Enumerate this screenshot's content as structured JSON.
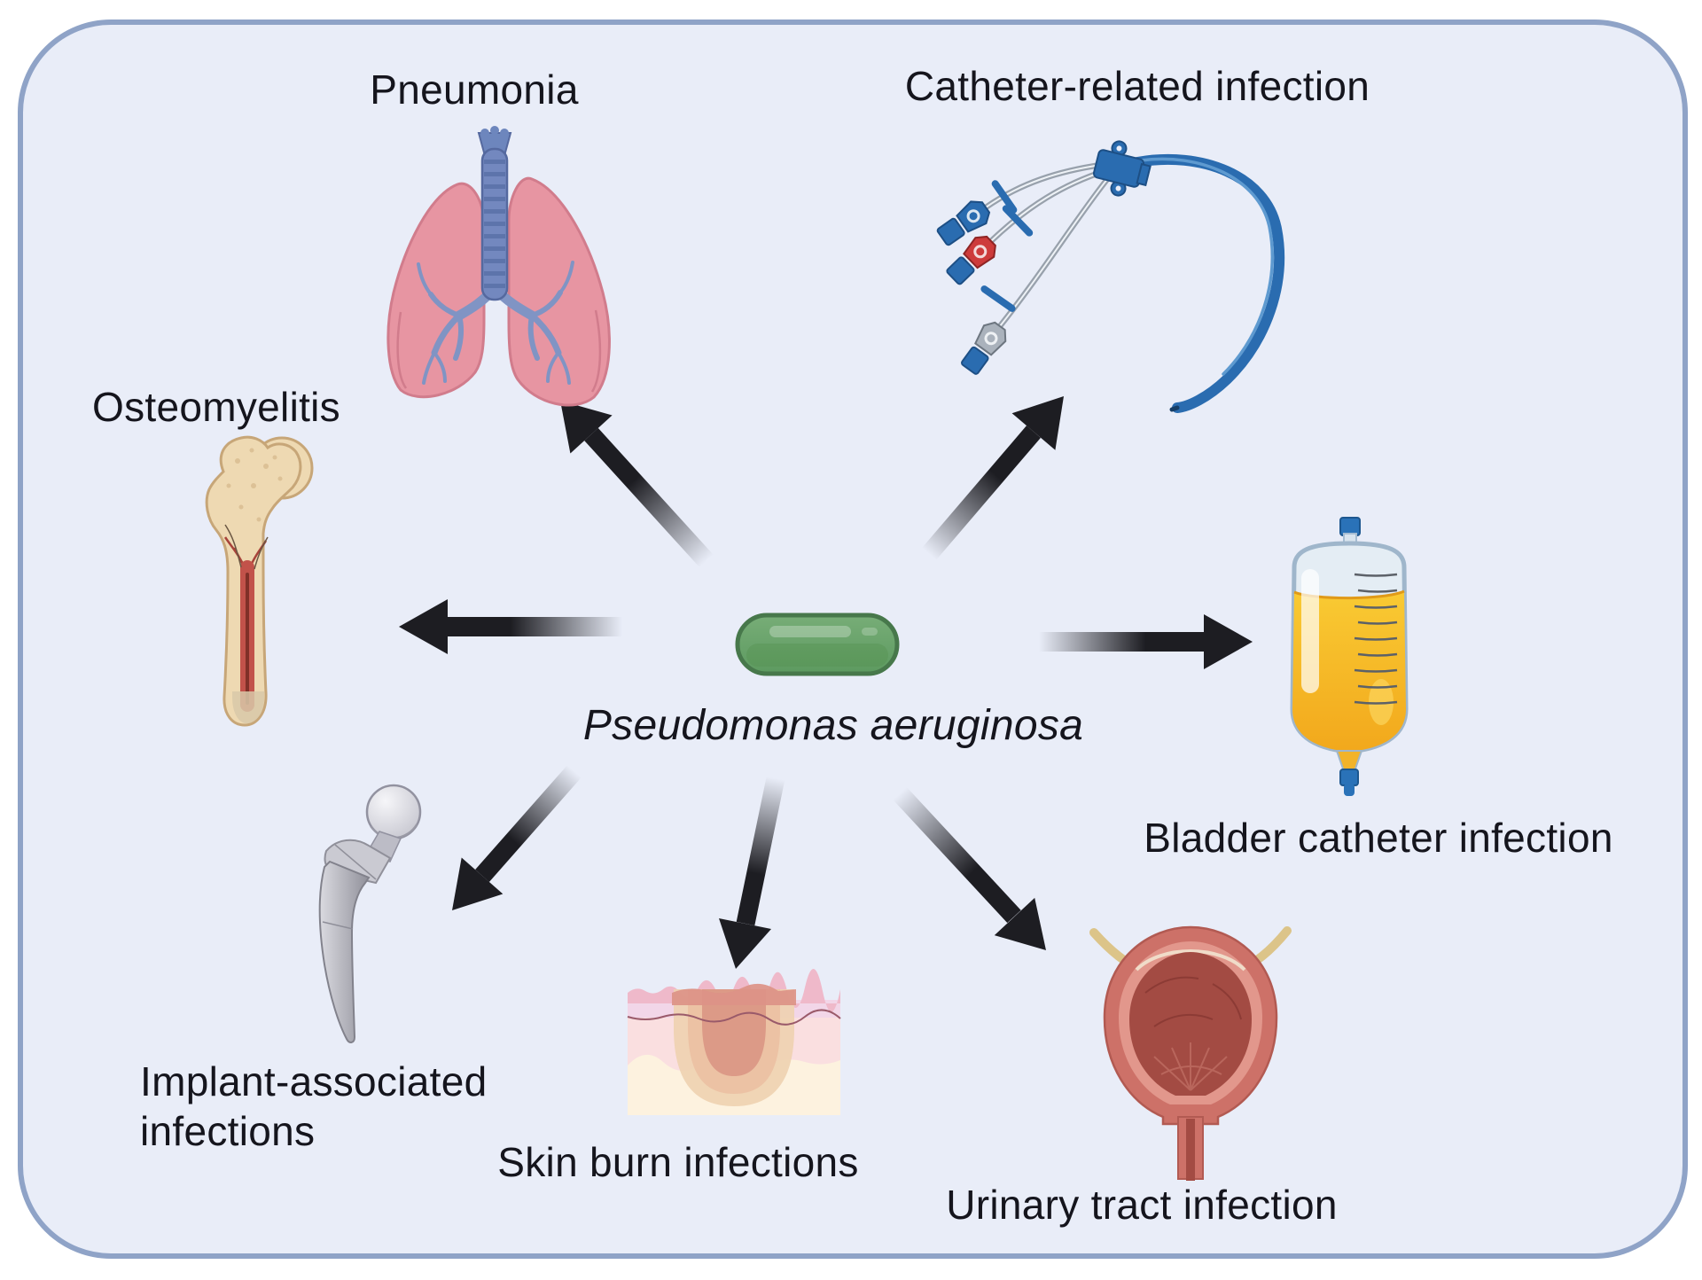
{
  "figure": {
    "labels": {
      "pneumonia": "Pneumonia",
      "catheter_related": "Catheter-related infection",
      "osteomyelitis": "Osteomyelitis",
      "organism": "Pseudomonas aeruginosa",
      "bladder_catheter": "Bladder catheter infection",
      "implant_line1": "Implant-associated",
      "implant_line2": "infections",
      "skin_burn": "Skin burn infections",
      "urinary_tract": "Urinary tract infection"
    },
    "icons": [
      {
        "name": "lungs-icon",
        "meaning": "Pneumonia"
      },
      {
        "name": "central-venous-catheter-icon",
        "meaning": "Catheter-related infection"
      },
      {
        "name": "femur-bone-icon",
        "meaning": "Osteomyelitis"
      },
      {
        "name": "bacterium-rod-icon",
        "meaning": "Pseudomonas aeruginosa"
      },
      {
        "name": "urine-bag-icon",
        "meaning": "Bladder catheter infection"
      },
      {
        "name": "hip-implant-icon",
        "meaning": "Implant-associated infections"
      },
      {
        "name": "skin-burn-icon",
        "meaning": "Skin burn infections"
      },
      {
        "name": "bladder-icon",
        "meaning": "Urinary tract infection"
      }
    ],
    "colors": {
      "canvas_background": "#ffffff",
      "panel_background": "#e9edf8",
      "panel_border": "#8fa3c7",
      "arrow": "#1d1d22",
      "text": "#15151d",
      "bacterium_fill": "#68a369",
      "bacterium_border": "#47784b",
      "urine_yellow": "#f6b826",
      "catheter_blue": "#2a6cb0",
      "lung_pink": "#e795a2",
      "bone_tan": "#eed9b2",
      "bladder_red": "#cd7168"
    }
  }
}
